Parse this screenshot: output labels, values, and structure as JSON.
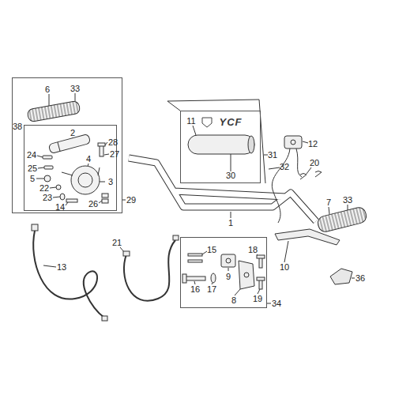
{
  "diagram": {
    "nodes": [
      {
        "text": [
          "6",
          "33",
          "29"
        ]
      },
      {
        "text": [
          "38",
          "2",
          "28",
          "27",
          "24",
          "4",
          "25",
          "5",
          "3",
          "22",
          "23",
          "14",
          "26"
        ],
        "in": 0
      },
      {
        "text": [
          "11",
          "YCF",
          "30"
        ]
      },
      {
        "text": [
          "15",
          "18",
          "16",
          "17",
          "9",
          "8",
          "19",
          "34"
        ]
      }
    ],
    "labels": [
      "31",
      "32",
      "12",
      "20",
      "1",
      "7",
      "33",
      "13",
      "21",
      "10",
      "36"
    ]
  }
}
